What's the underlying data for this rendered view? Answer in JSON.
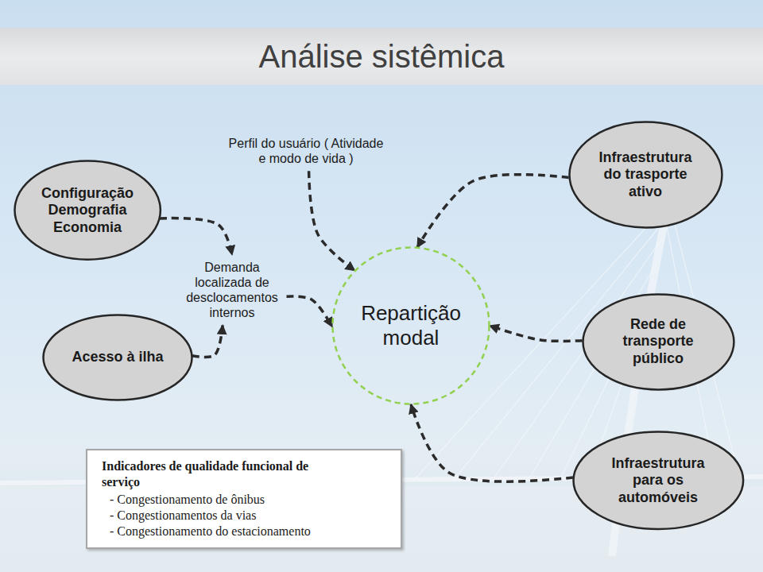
{
  "diagram": {
    "title": "Análise sistêmica",
    "nodes": [
      {
        "text": [
          "Perfil do usuário ( Atividade e modo de vida )"
        ]
      },
      {
        "text": [
          "Infraestrutura do trasporte ativo"
        ]
      },
      {
        "text": [
          "Configuração Demografia Economia"
        ]
      },
      {
        "text": [
          "Demanda localizada de desclocamentos internos"
        ]
      },
      {
        "text": [
          "Repartição modal"
        ]
      },
      {
        "text": [
          "Rede de transporte público"
        ]
      },
      {
        "text": [
          "Acesso à ilha"
        ]
      },
      {
        "text": [
          "Infraestrutura para os automóveis"
        ]
      },
      {
        "text": [
          "Indicadores de qualidade funcional de serviço",
          "- Congestionamento de ônibus",
          "- Congestionamentos da vias",
          "- Congestionamento do estacionamento"
        ]
      }
    ],
    "edges": [
      {
        "from": 0,
        "to": 4,
        "arrow": "to"
      },
      {
        "from": 1,
        "to": 4,
        "arrow": "to"
      },
      {
        "from": 2,
        "to": 3,
        "arrow": "to"
      },
      {
        "from": 3,
        "to": 4,
        "arrow": "to"
      },
      {
        "from": 5,
        "to": 4,
        "arrow": "to"
      },
      {
        "from": 6,
        "to": 3,
        "arrow": "to"
      },
      {
        "from": 7,
        "to": 4,
        "arrow": "to"
      }
    ]
  }
}
